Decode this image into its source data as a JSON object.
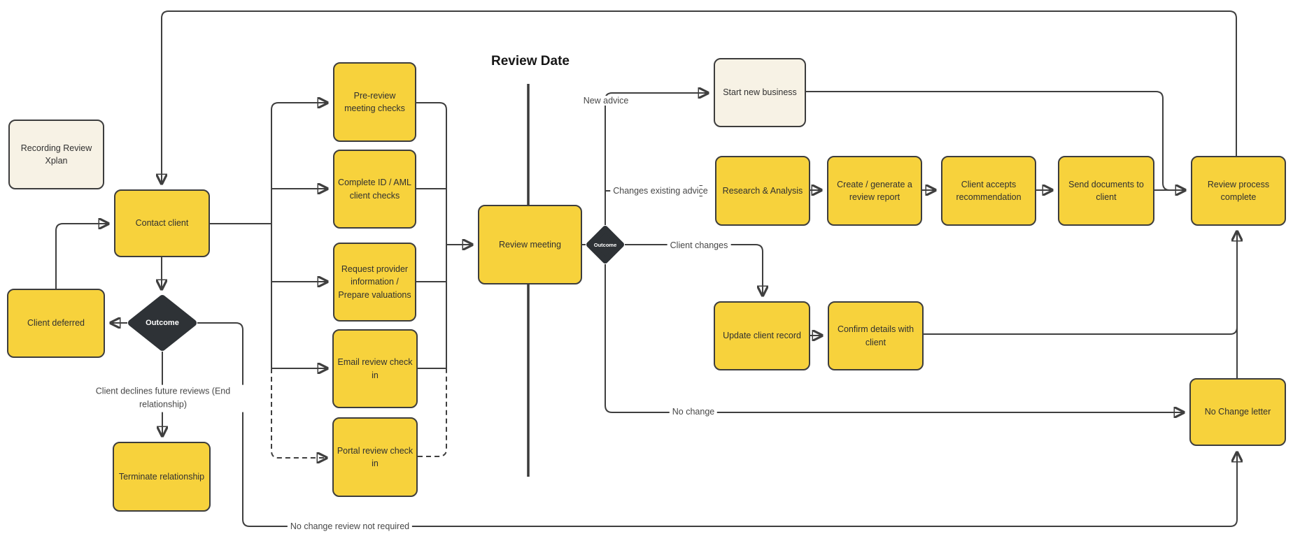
{
  "title": "Review Date",
  "colors": {
    "node_yellow": "#F7D23C",
    "node_cream": "#F7F2E5",
    "diamond_dark": "#2E3236",
    "line": "#3F3F3F",
    "node_border": "#3D3D3D"
  },
  "nodes": {
    "recording": {
      "label": "Recording Review Xplan"
    },
    "contact": {
      "label": "Contact client"
    },
    "deferred": {
      "label": "Client deferred"
    },
    "outcome_left": {
      "label": "Outcome"
    },
    "terminate": {
      "label": "Terminate relationship"
    },
    "prereview": {
      "label": "Pre-review meeting checks"
    },
    "complete_id": {
      "label": "Complete ID / AML client checks"
    },
    "request_provider": {
      "label": "Request provider information / Prepare valuations"
    },
    "email_review": {
      "label": "Email review check in"
    },
    "portal_review": {
      "label": "Portal review check in"
    },
    "review_meeting": {
      "label": "Review meeting"
    },
    "outcome_right": {
      "label": "Outcome"
    },
    "start_new_business": {
      "label": "Start new business"
    },
    "research": {
      "label": "Research & Analysis"
    },
    "create_report": {
      "label": "Create / generate a review report"
    },
    "client_accepts": {
      "label": "Client accepts recommendation"
    },
    "send_documents": {
      "label": "Send documents to client"
    },
    "review_complete": {
      "label": "Review process complete"
    },
    "update_record": {
      "label": "Update client record"
    },
    "confirm_details": {
      "label": "Confirm details with client"
    },
    "no_change_letter": {
      "label": "No Change letter"
    }
  },
  "edge_labels": {
    "new_advice": "New advice",
    "changes_existing": "Changes  existing advice",
    "client_changes": "Client changes",
    "no_change": "No change",
    "client_declines": "Client declines future reviews (End relationship)",
    "no_change_review": "No change review not required"
  }
}
